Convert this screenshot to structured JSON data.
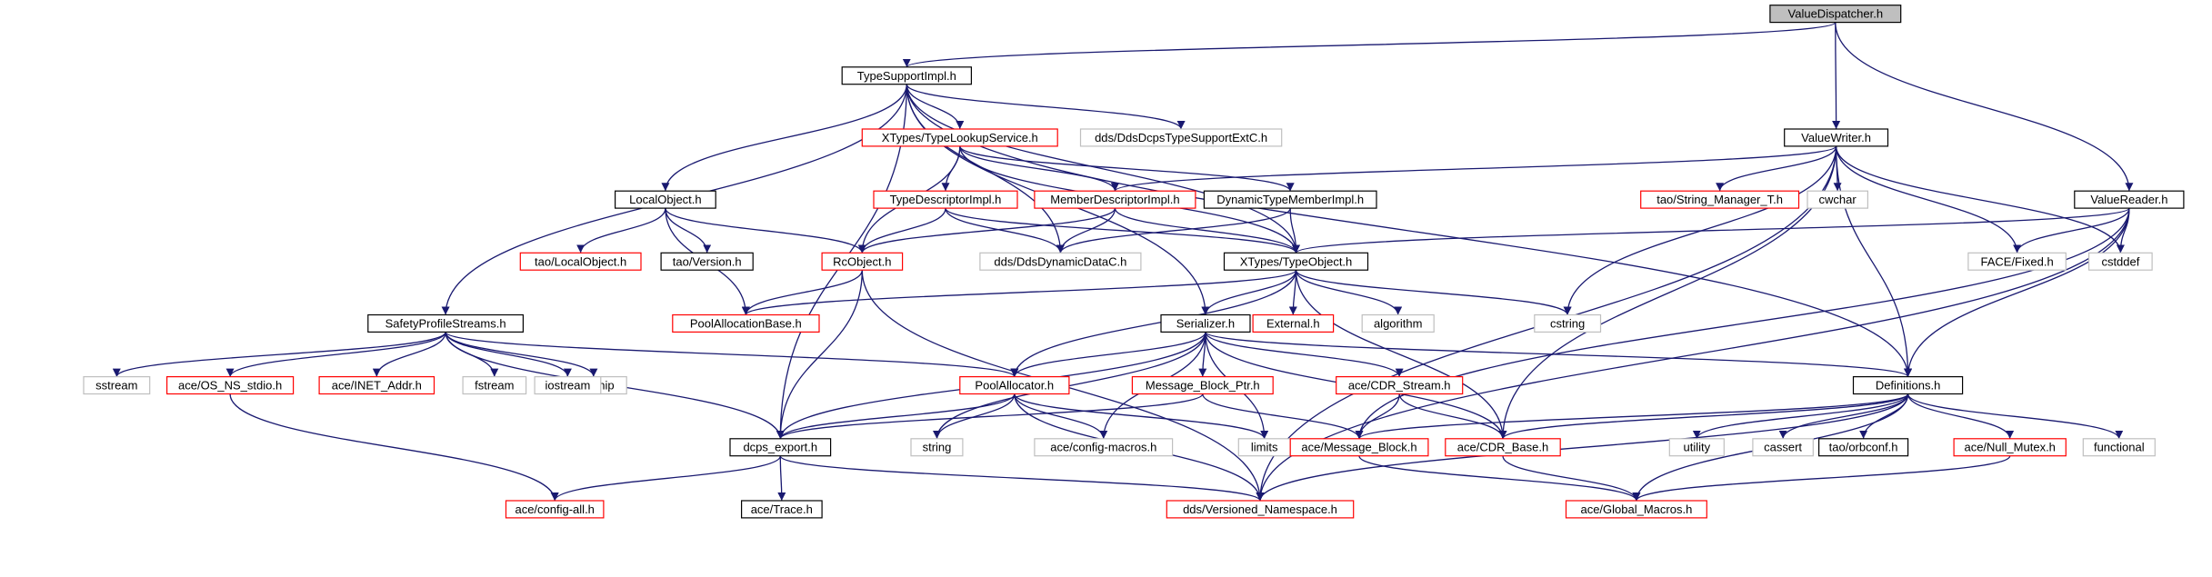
{
  "diagram": {
    "colors": {
      "edge": "#191970",
      "root_fill": "#bfbfbf",
      "root_stroke": "#000000",
      "documented_stroke": "#000000",
      "undocumented_stroke": "#ff0000",
      "external_stroke": "#bfbfbf",
      "node_fill": "#ffffff"
    },
    "nodes": [
      {
        "id": "value_dispatcher",
        "label": "ValueDispatcher.h",
        "kind": "root"
      },
      {
        "id": "type_support_impl",
        "label": "TypeSupportImpl.h",
        "kind": "documented"
      },
      {
        "id": "value_writer",
        "label": "ValueWriter.h",
        "kind": "documented"
      },
      {
        "id": "value_reader",
        "label": "ValueReader.h",
        "kind": "documented"
      },
      {
        "id": "type_lookup_service",
        "label": "XTypes/TypeLookupService.h",
        "kind": "undocumented"
      },
      {
        "id": "dds_typesupport_ext",
        "label": "dds/DdsDcpsTypeSupportExtC.h",
        "kind": "external"
      },
      {
        "id": "local_object",
        "label": "LocalObject.h",
        "kind": "documented"
      },
      {
        "id": "type_descriptor_impl",
        "label": "TypeDescriptorImpl.h",
        "kind": "undocumented"
      },
      {
        "id": "member_descriptor_impl",
        "label": "MemberDescriptorImpl.h",
        "kind": "undocumented"
      },
      {
        "id": "dynamic_type_member_impl",
        "label": "DynamicTypeMemberImpl.h",
        "kind": "documented"
      },
      {
        "id": "tao_string_manager",
        "label": "tao/String_Manager_T.h",
        "kind": "undocumented"
      },
      {
        "id": "cwchar",
        "label": "cwchar",
        "kind": "external"
      },
      {
        "id": "tao_local_object",
        "label": "tao/LocalObject.h",
        "kind": "undocumented"
      },
      {
        "id": "tao_version",
        "label": "tao/Version.h",
        "kind": "documented"
      },
      {
        "id": "rc_object",
        "label": "RcObject.h",
        "kind": "undocumented"
      },
      {
        "id": "dds_dynamic_data",
        "label": "dds/DdsDynamicDataC.h",
        "kind": "external"
      },
      {
        "id": "type_object",
        "label": "XTypes/TypeObject.h",
        "kind": "documented"
      },
      {
        "id": "face_fixed",
        "label": "FACE/Fixed.h",
        "kind": "external"
      },
      {
        "id": "cstddef",
        "label": "cstddef",
        "kind": "external"
      },
      {
        "id": "safety_profile_streams",
        "label": "SafetyProfileStreams.h",
        "kind": "documented"
      },
      {
        "id": "pool_allocation_base",
        "label": "PoolAllocationBase.h",
        "kind": "undocumented"
      },
      {
        "id": "serializer",
        "label": "Serializer.h",
        "kind": "documented"
      },
      {
        "id": "external_h",
        "label": "External.h",
        "kind": "undocumented"
      },
      {
        "id": "algorithm",
        "label": "algorithm",
        "kind": "external"
      },
      {
        "id": "cstring",
        "label": "cstring",
        "kind": "external"
      },
      {
        "id": "iomanip",
        "label": "iomanip",
        "kind": "external"
      },
      {
        "id": "sstream",
        "label": "sstream",
        "kind": "external"
      },
      {
        "id": "ace_os_ns_stdio",
        "label": "ace/OS_NS_stdio.h",
        "kind": "undocumented"
      },
      {
        "id": "ace_inet_addr",
        "label": "ace/INET_Addr.h",
        "kind": "undocumented"
      },
      {
        "id": "fstream",
        "label": "fstream",
        "kind": "external"
      },
      {
        "id": "iostream",
        "label": "iostream",
        "kind": "external"
      },
      {
        "id": "pool_allocator",
        "label": "PoolAllocator.h",
        "kind": "undocumented"
      },
      {
        "id": "message_block_ptr",
        "label": "Message_Block_Ptr.h",
        "kind": "undocumented"
      },
      {
        "id": "ace_cdr_stream",
        "label": "ace/CDR_Stream.h",
        "kind": "undocumented"
      },
      {
        "id": "definitions",
        "label": "Definitions.h",
        "kind": "documented"
      },
      {
        "id": "dcps_export",
        "label": "dcps_export.h",
        "kind": "documented"
      },
      {
        "id": "string",
        "label": "string",
        "kind": "external"
      },
      {
        "id": "ace_config_macros",
        "label": "ace/config-macros.h",
        "kind": "external"
      },
      {
        "id": "limits",
        "label": "limits",
        "kind": "external"
      },
      {
        "id": "ace_message_block",
        "label": "ace/Message_Block.h",
        "kind": "undocumented"
      },
      {
        "id": "ace_cdr_base",
        "label": "ace/CDR_Base.h",
        "kind": "undocumented"
      },
      {
        "id": "utility",
        "label": "utility",
        "kind": "external"
      },
      {
        "id": "cassert",
        "label": "cassert",
        "kind": "external"
      },
      {
        "id": "tao_orbconf",
        "label": "tao/orbconf.h",
        "kind": "documented"
      },
      {
        "id": "ace_null_mutex",
        "label": "ace/Null_Mutex.h",
        "kind": "undocumented"
      },
      {
        "id": "functional",
        "label": "functional",
        "kind": "external"
      },
      {
        "id": "ace_config_all",
        "label": "ace/config-all.h",
        "kind": "undocumented"
      },
      {
        "id": "ace_trace",
        "label": "ace/Trace.h",
        "kind": "documented"
      },
      {
        "id": "dds_versioned_namespace",
        "label": "dds/Versioned_Namespace.h",
        "kind": "undocumented"
      },
      {
        "id": "ace_global_macros",
        "label": "ace/Global_Macros.h",
        "kind": "undocumented"
      }
    ],
    "edges": [
      [
        "value_dispatcher",
        "type_support_impl"
      ],
      [
        "value_dispatcher",
        "value_writer"
      ],
      [
        "value_dispatcher",
        "value_reader"
      ],
      [
        "type_support_impl",
        "type_lookup_service"
      ],
      [
        "type_support_impl",
        "dds_typesupport_ext"
      ],
      [
        "type_support_impl",
        "local_object"
      ],
      [
        "type_support_impl",
        "safety_profile_streams"
      ],
      [
        "type_support_impl",
        "dcps_export"
      ],
      [
        "type_support_impl",
        "serializer"
      ],
      [
        "type_support_impl",
        "dds_dynamic_data"
      ],
      [
        "type_support_impl",
        "type_object"
      ],
      [
        "type_support_impl",
        "definitions"
      ],
      [
        "type_lookup_service",
        "type_descriptor_impl"
      ],
      [
        "type_lookup_service",
        "member_descriptor_impl"
      ],
      [
        "type_lookup_service",
        "dynamic_type_member_impl"
      ],
      [
        "type_lookup_service",
        "rc_object"
      ],
      [
        "type_lookup_service",
        "type_object"
      ],
      [
        "local_object",
        "tao_local_object"
      ],
      [
        "local_object",
        "tao_version"
      ],
      [
        "local_object",
        "rc_object"
      ],
      [
        "local_object",
        "pool_allocation_base"
      ],
      [
        "type_descriptor_impl",
        "rc_object"
      ],
      [
        "type_descriptor_impl",
        "dds_dynamic_data"
      ],
      [
        "type_descriptor_impl",
        "type_object"
      ],
      [
        "member_descriptor_impl",
        "rc_object"
      ],
      [
        "member_descriptor_impl",
        "dds_dynamic_data"
      ],
      [
        "member_descriptor_impl",
        "type_object"
      ],
      [
        "dynamic_type_member_impl",
        "dds_dynamic_data"
      ],
      [
        "dynamic_type_member_impl",
        "type_object"
      ],
      [
        "value_writer",
        "member_descriptor_impl"
      ],
      [
        "value_writer",
        "tao_string_manager"
      ],
      [
        "value_writer",
        "cwchar"
      ],
      [
        "value_writer",
        "cstring"
      ],
      [
        "value_writer",
        "face_fixed"
      ],
      [
        "value_writer",
        "cstddef"
      ],
      [
        "value_writer",
        "definitions"
      ],
      [
        "value_writer",
        "ace_cdr_base"
      ],
      [
        "value_writer",
        "dds_versioned_namespace"
      ],
      [
        "value_reader",
        "type_object"
      ],
      [
        "value_reader",
        "face_fixed"
      ],
      [
        "value_reader",
        "cstddef"
      ],
      [
        "value_reader",
        "definitions"
      ],
      [
        "value_reader",
        "ace_message_block"
      ],
      [
        "value_reader",
        "dds_versioned_namespace"
      ],
      [
        "rc_object",
        "pool_allocation_base"
      ],
      [
        "rc_object",
        "dcps_export"
      ],
      [
        "rc_object",
        "dds_versioned_namespace"
      ],
      [
        "type_object",
        "pool_allocation_base"
      ],
      [
        "type_object",
        "serializer"
      ],
      [
        "type_object",
        "external_h"
      ],
      [
        "type_object",
        "algorithm"
      ],
      [
        "type_object",
        "cstring"
      ],
      [
        "type_object",
        "pool_allocator"
      ],
      [
        "type_object",
        "ace_cdr_base"
      ],
      [
        "safety_profile_streams",
        "iomanip"
      ],
      [
        "safety_profile_streams",
        "sstream"
      ],
      [
        "safety_profile_streams",
        "ace_os_ns_stdio"
      ],
      [
        "safety_profile_streams",
        "ace_inet_addr"
      ],
      [
        "safety_profile_streams",
        "fstream"
      ],
      [
        "safety_profile_streams",
        "iostream"
      ],
      [
        "safety_profile_streams",
        "dcps_export"
      ],
      [
        "safety_profile_streams",
        "pool_allocator"
      ],
      [
        "ace_os_ns_stdio",
        "ace_config_all"
      ],
      [
        "serializer",
        "pool_allocator"
      ],
      [
        "serializer",
        "message_block_ptr"
      ],
      [
        "serializer",
        "ace_cdr_stream"
      ],
      [
        "serializer",
        "definitions"
      ],
      [
        "serializer",
        "dcps_export"
      ],
      [
        "serializer",
        "string"
      ],
      [
        "serializer",
        "ace_config_macros"
      ],
      [
        "serializer",
        "limits"
      ],
      [
        "serializer",
        "ace_cdr_base"
      ],
      [
        "pool_allocator",
        "dcps_export"
      ],
      [
        "pool_allocator",
        "string"
      ],
      [
        "pool_allocator",
        "ace_config_macros"
      ],
      [
        "pool_allocator",
        "limits"
      ],
      [
        "pool_allocator",
        "dds_versioned_namespace"
      ],
      [
        "message_block_ptr",
        "dcps_export"
      ],
      [
        "message_block_ptr",
        "ace_message_block"
      ],
      [
        "ace_cdr_stream",
        "ace_message_block"
      ],
      [
        "ace_cdr_stream",
        "ace_cdr_base"
      ],
      [
        "definitions",
        "ace_message_block"
      ],
      [
        "definitions",
        "ace_cdr_base"
      ],
      [
        "definitions",
        "utility"
      ],
      [
        "definitions",
        "cassert"
      ],
      [
        "definitions",
        "tao_orbconf"
      ],
      [
        "definitions",
        "ace_null_mutex"
      ],
      [
        "definitions",
        "functional"
      ],
      [
        "definitions",
        "dds_versioned_namespace"
      ],
      [
        "definitions",
        "ace_global_macros"
      ],
      [
        "dcps_export",
        "ace_config_all"
      ],
      [
        "dcps_export",
        "ace_trace"
      ],
      [
        "dcps_export",
        "dds_versioned_namespace"
      ],
      [
        "ace_message_block",
        "ace_global_macros"
      ],
      [
        "ace_cdr_base",
        "ace_global_macros"
      ],
      [
        "ace_null_mutex",
        "ace_global_macros"
      ]
    ]
  }
}
